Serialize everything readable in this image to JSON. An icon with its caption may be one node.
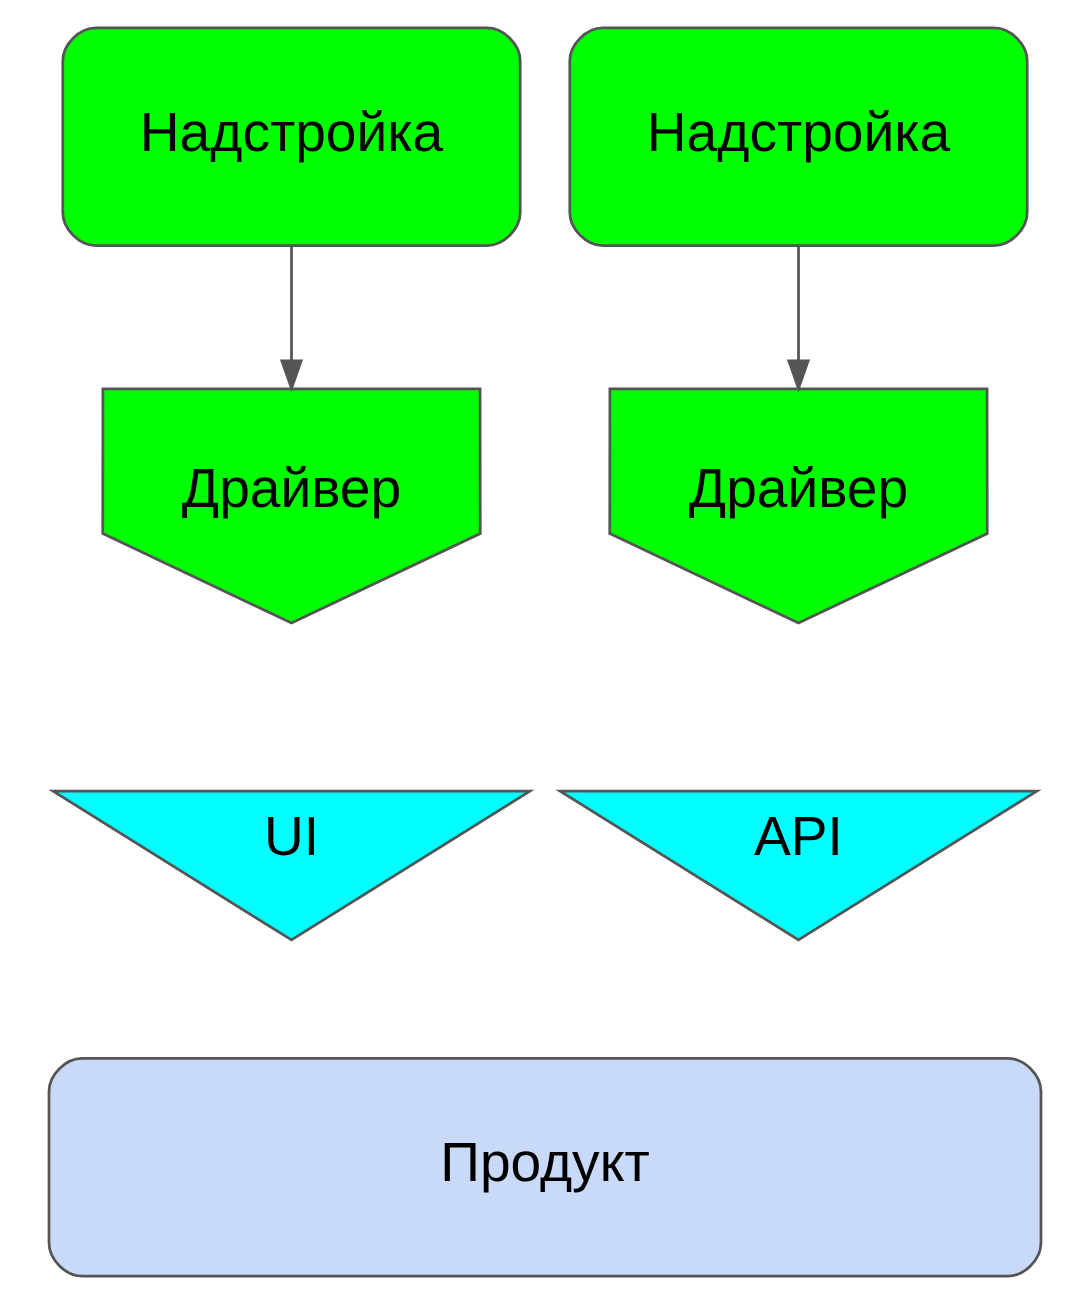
{
  "diagram": {
    "nodes": [
      {
        "text": [
          "Надстройка"
        ]
      },
      {
        "text": [
          "Надстройка"
        ]
      },
      {
        "text": [
          "Драйвер"
        ]
      },
      {
        "text": [
          "Драйвер"
        ]
      },
      {
        "text": [
          "UI"
        ]
      },
      {
        "text": [
          "API"
        ]
      },
      {
        "text": [
          "Продукт"
        ]
      }
    ],
    "edges": [
      {
        "from": 0,
        "to": 2,
        "arrow": "to"
      },
      {
        "from": 1,
        "to": 3,
        "arrow": "to"
      }
    ]
  }
}
